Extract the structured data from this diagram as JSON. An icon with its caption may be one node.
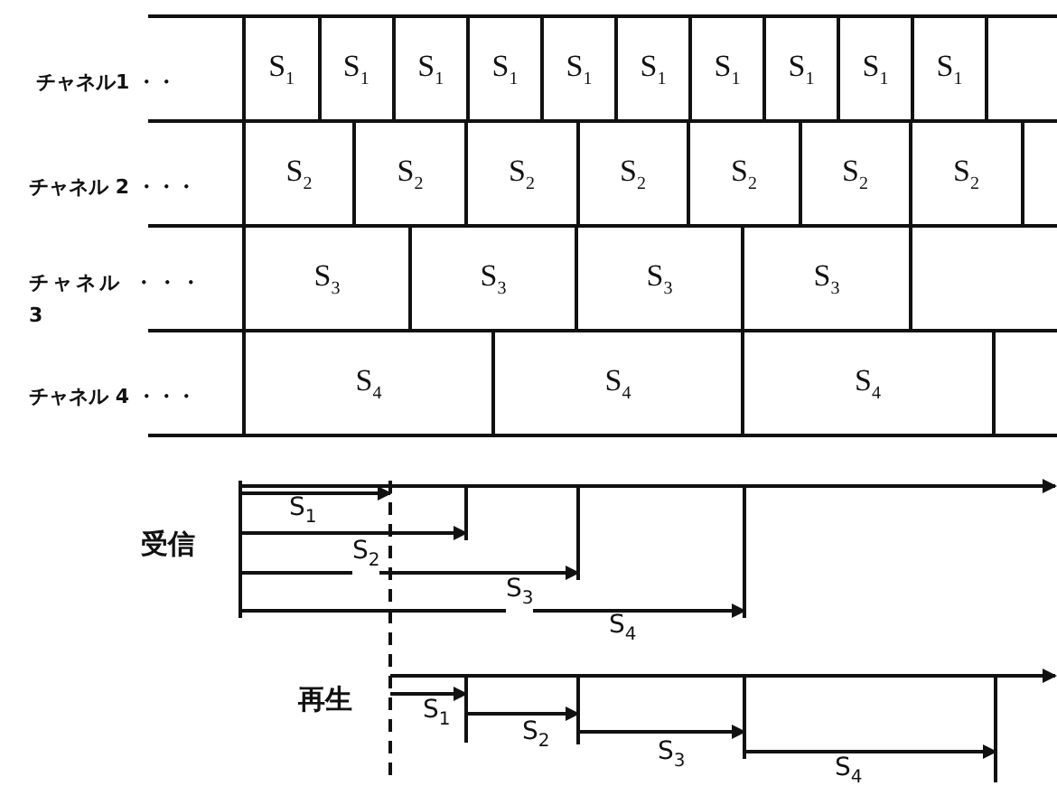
{
  "diagram": {
    "nodes": [
      {
        "text": [
          "S$_{1}$"
        ]
      },
      {
        "text": [
          "S$_{1}$"
        ]
      },
      {
        "text": [
          "S$_{1}$"
        ]
      },
      {
        "text": [
          "S$_{1}$"
        ]
      },
      {
        "text": [
          "S$_{1}$"
        ]
      },
      {
        "text": [
          "S$_{1}$"
        ]
      },
      {
        "text": [
          "S$_{1}$"
        ]
      },
      {
        "text": [
          "S$_{1}$"
        ]
      },
      {
        "text": [
          "S$_{1}$"
        ]
      },
      {
        "text": [
          "S$_{1}$"
        ]
      },
      {
        "text": [],
        "shape": "box"
      },
      {
        "text": [
          "S$_{2}$"
        ]
      },
      {
        "text": [
          "S$_{2}$"
        ]
      },
      {
        "text": [
          "S$_{2}$"
        ]
      },
      {
        "text": [
          "S$_{2}$"
        ]
      },
      {
        "text": [
          "S$_{2}$"
        ]
      },
      {
        "text": [
          "S$_{2}$"
        ]
      },
      {
        "text": [
          "S$_{2}$"
        ]
      },
      {
        "text": [],
        "shape": "box"
      },
      {
        "text": [
          "S$_{3}$"
        ]
      },
      {
        "text": [
          "S$_{3}$"
        ]
      },
      {
        "text": [
          "S$_{3}$"
        ]
      },
      {
        "text": [
          "S$_{3}$"
        ]
      },
      {
        "text": [],
        "shape": "box"
      },
      {
        "text": [
          "S$_{4}$"
        ]
      },
      {
        "text": [
          "S$_{4}$"
        ]
      },
      {
        "text": [
          "S$_{4}$"
        ]
      },
      {
        "text": [],
        "shape": "box"
      }
    ],
    "labels": [
      "チャネル1 ・・",
      "チャネル 2 ・・・",
      "チャネル ・・・3",
      "チャネル 4 ・・・",
      "受信",
      "S$_{1}$",
      "S$_{2}$",
      "S$_{3}$",
      "S$_{4}$",
      "再生",
      "S$_{1}$",
      "S$_{2}$",
      "S$_{3}$",
      "S$_{4}$"
    ]
  }
}
